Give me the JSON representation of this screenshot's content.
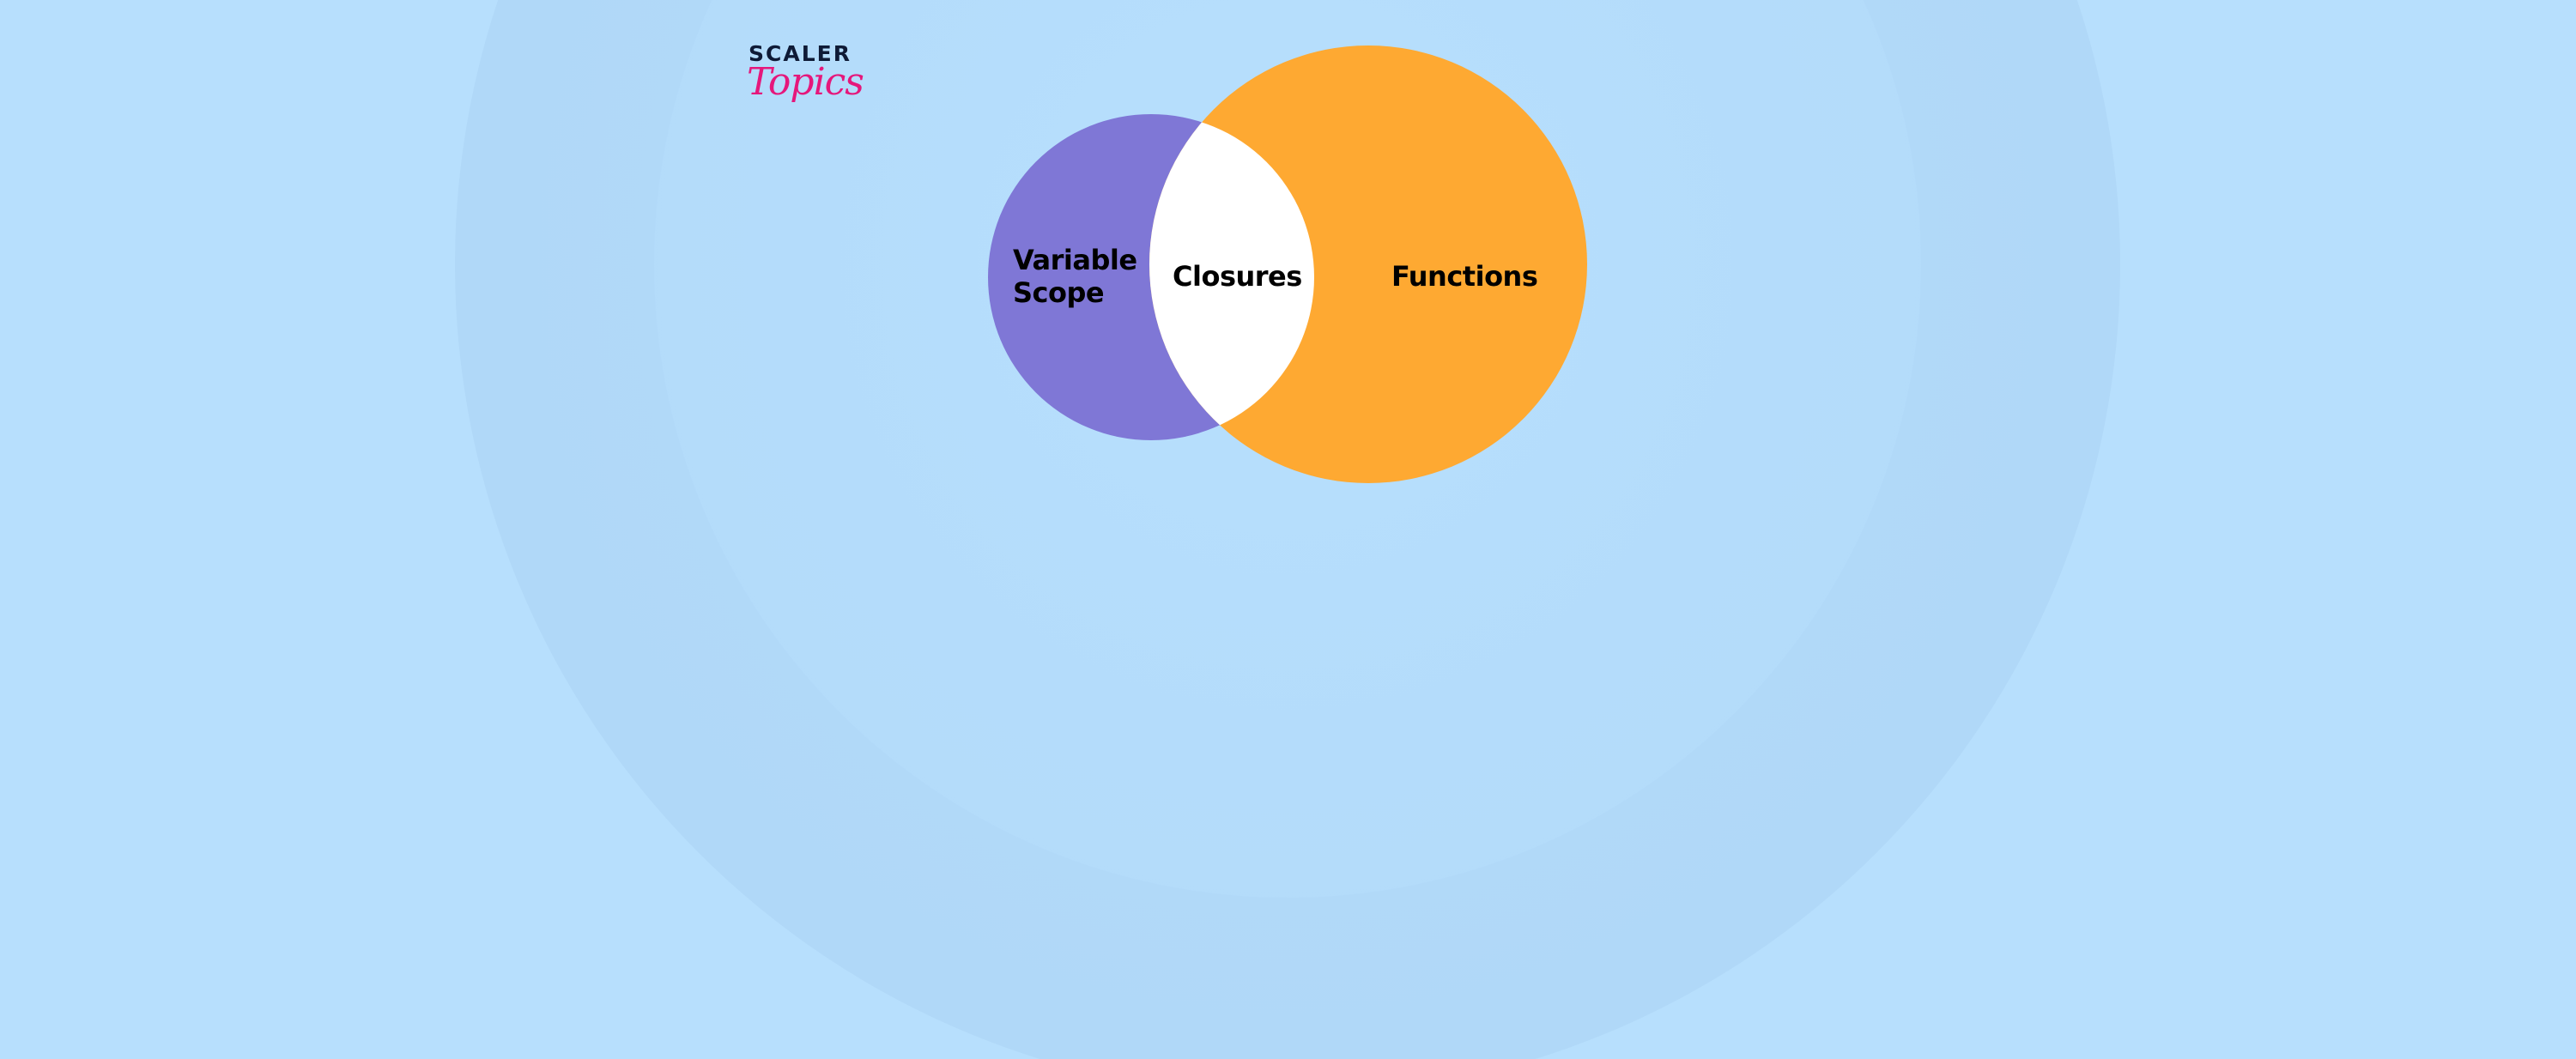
{
  "logo": {
    "line1": "SCALER",
    "line2": "Topics"
  },
  "venn": {
    "left_set": {
      "label_line1": "Variable",
      "label_line2": "Scope",
      "color": "#7f77d6"
    },
    "intersection": {
      "label": "Closures",
      "color": "#ffffff"
    },
    "right_set": {
      "label": "Functions",
      "color": "#fea932"
    }
  },
  "background_color": "#b7dffd"
}
